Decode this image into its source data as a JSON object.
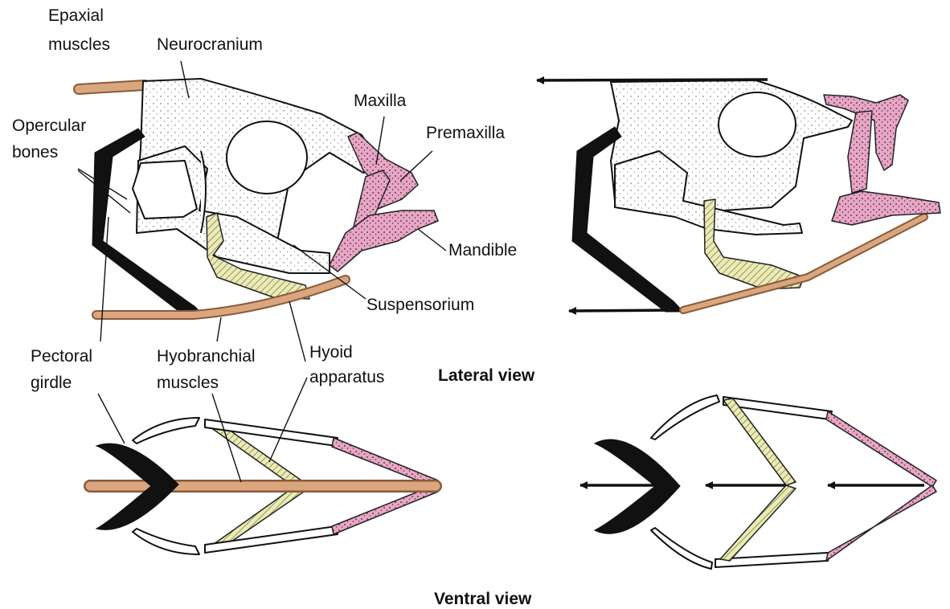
{
  "labels": {
    "epaxial_line1": "Epaxial",
    "epaxial_line2": "muscles",
    "neurocranium": "Neurocranium",
    "opercular_line1": "Opercular",
    "opercular_line2": "bones",
    "maxilla": "Maxilla",
    "premaxilla": "Premaxilla",
    "mandible": "Mandible",
    "suspensorium": "Suspensorium",
    "pectoral_line1": "Pectoral",
    "pectoral_line2": "girdle",
    "hyobranchial_line1": "Hyobranchial",
    "hyobranchial_line2": "muscles",
    "hyoid_line1": "Hyoid",
    "hyoid_line2": "apparatus"
  },
  "views": {
    "lateral": "Lateral view",
    "ventral": "Ventral view"
  },
  "colors": {
    "bone_pink": "#e8a6c6",
    "hyoid_yellow": "#ecebb0",
    "muscle_tan": "#d9a67e",
    "muscle_line": "#8a5a3a",
    "girdle_black": "#111111"
  }
}
